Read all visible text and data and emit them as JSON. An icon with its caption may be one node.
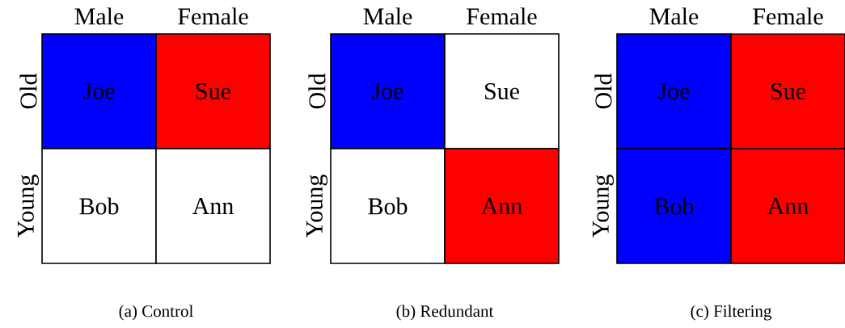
{
  "diagram": {
    "nodes": [
      {
        "text": [
          "Joe"
        ]
      },
      {
        "text": [
          "Sue"
        ]
      },
      {
        "text": [
          "Bob"
        ]
      },
      {
        "text": [
          "Ann"
        ]
      },
      {
        "text": [
          "Joe"
        ]
      },
      {
        "text": [
          "Sue"
        ]
      },
      {
        "text": [
          "Bob"
        ]
      },
      {
        "text": [
          "Ann"
        ]
      },
      {
        "text": [
          "Joe"
        ]
      },
      {
        "text": [
          "Sue"
        ]
      },
      {
        "text": [
          "Bob"
        ]
      },
      {
        "text": [
          "Ann"
        ]
      }
    ],
    "labels": [
      "Male",
      "Female",
      "Male",
      "Female",
      "Male",
      "Female",
      "Old",
      "Young",
      "Old",
      "Young",
      "Old",
      "Young",
      "(a) Control",
      "(b) Redundant",
      "(c) Filtering"
    ]
  }
}
